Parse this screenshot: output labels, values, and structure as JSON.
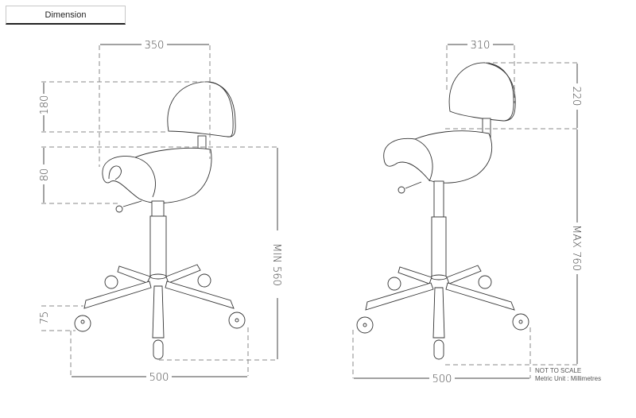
{
  "tab": {
    "label": "Dimension"
  },
  "left_view": {
    "width_top": "350",
    "backrest_height": "180",
    "seat_depth": "80",
    "caster_height": "75",
    "seat_height": "MIN 560",
    "base_width": "500"
  },
  "right_view": {
    "width_top": "310",
    "backrest_height": "220",
    "seat_height": "MAX 760",
    "base_width": "500"
  },
  "notes": {
    "scale": "NOT TO SCALE",
    "units": "Metric Unit : Millimetres"
  }
}
